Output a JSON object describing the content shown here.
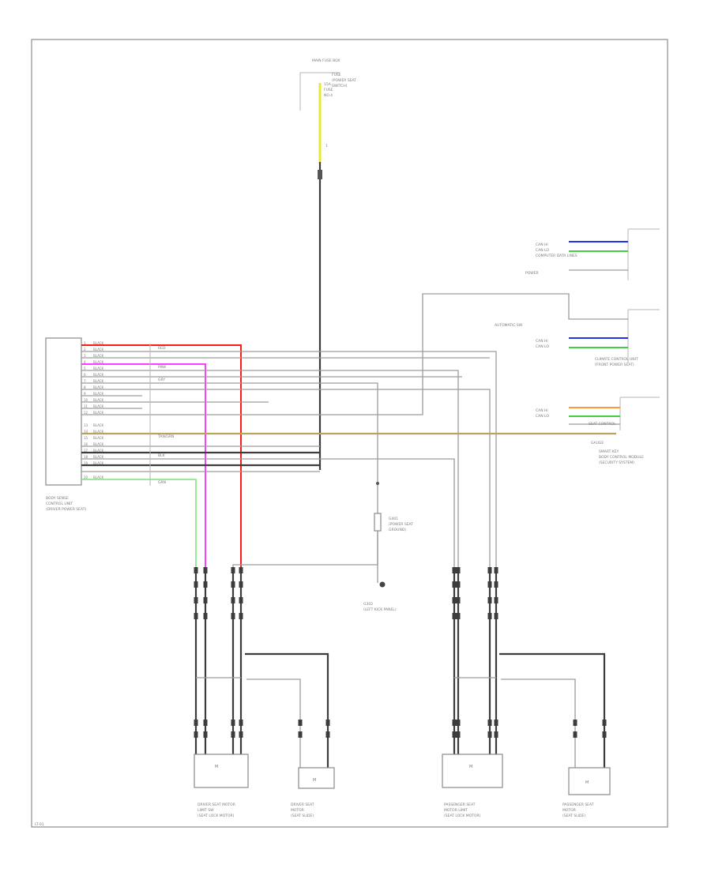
{
  "diagram": {
    "page_ref": "LT-01",
    "fuse": {
      "header": "MAIN FUSE BOX",
      "label_lines": [
        "FUSE",
        "(POWER SEAT",
        "SWITCH)"
      ],
      "pin_lines": [
        "15A",
        "FUSE",
        "NO.4"
      ],
      "pin_number": "1"
    },
    "main_module": {
      "label_lines": [
        "BODY SENSE",
        "CONTROL UNIT",
        "(DRIVER POWER SEAT)"
      ],
      "pins": [
        "1",
        "2",
        "3",
        "4",
        "5",
        "6",
        "7",
        "8",
        "9",
        "10",
        "11",
        "12",
        "13",
        "14",
        "15",
        "16",
        "17",
        "18",
        "19",
        "20"
      ],
      "pin_wire_label": "BLACK"
    },
    "wire_labels": {
      "red": "RED",
      "pink": "PINK",
      "tan": "TAN/GRN",
      "green": "GRN",
      "grey": "GRY",
      "black": "BLK"
    },
    "ground_junction": {
      "label_lines": [
        "G401",
        "(POWER SEAT",
        "GROUND)"
      ]
    },
    "ground": {
      "label_lines": [
        "G302",
        "(LEFT KICK PANEL)"
      ]
    },
    "right_components": {
      "can_labels": [
        "CAN HI",
        "CAN LO"
      ],
      "can_prefix": "COMPUTER DATA LINES",
      "power_label": "POWER",
      "connector_label": "AUTOMATIC SW",
      "climate": {
        "label_lines": [
          "CLIMATE CONTROL UNIT",
          "(FRONT POWER SEAT)"
        ]
      },
      "theft": {
        "label_lines": [
          "SMART KEY",
          "BODY CONTROL MODULE",
          "(SECURITY SYSTEM)"
        ]
      },
      "seat_ctrl_label": "SEAT CONTROL",
      "gauge_label": "GAUGE"
    },
    "bottom_components": [
      {
        "label_lines": [
          "DRIVER SEAT MOTOR",
          "LIMIT SW",
          "(SEAT LOCK MOTOR)"
        ],
        "box_text": "M"
      },
      {
        "label_lines": [
          "DRIVER SEAT",
          "MOTOR",
          "(SEAT SLIDE)"
        ],
        "box_text": "M"
      },
      {
        "label_lines": [
          "PASSENGER SEAT",
          "MOTOR LIMIT",
          "(SEAT LOCK MOTOR)"
        ],
        "box_text": "M"
      },
      {
        "label_lines": [
          "PASSENGER SEAT",
          "MOTOR",
          "(SEAT SLIDE)"
        ],
        "box_text": "M"
      }
    ]
  }
}
